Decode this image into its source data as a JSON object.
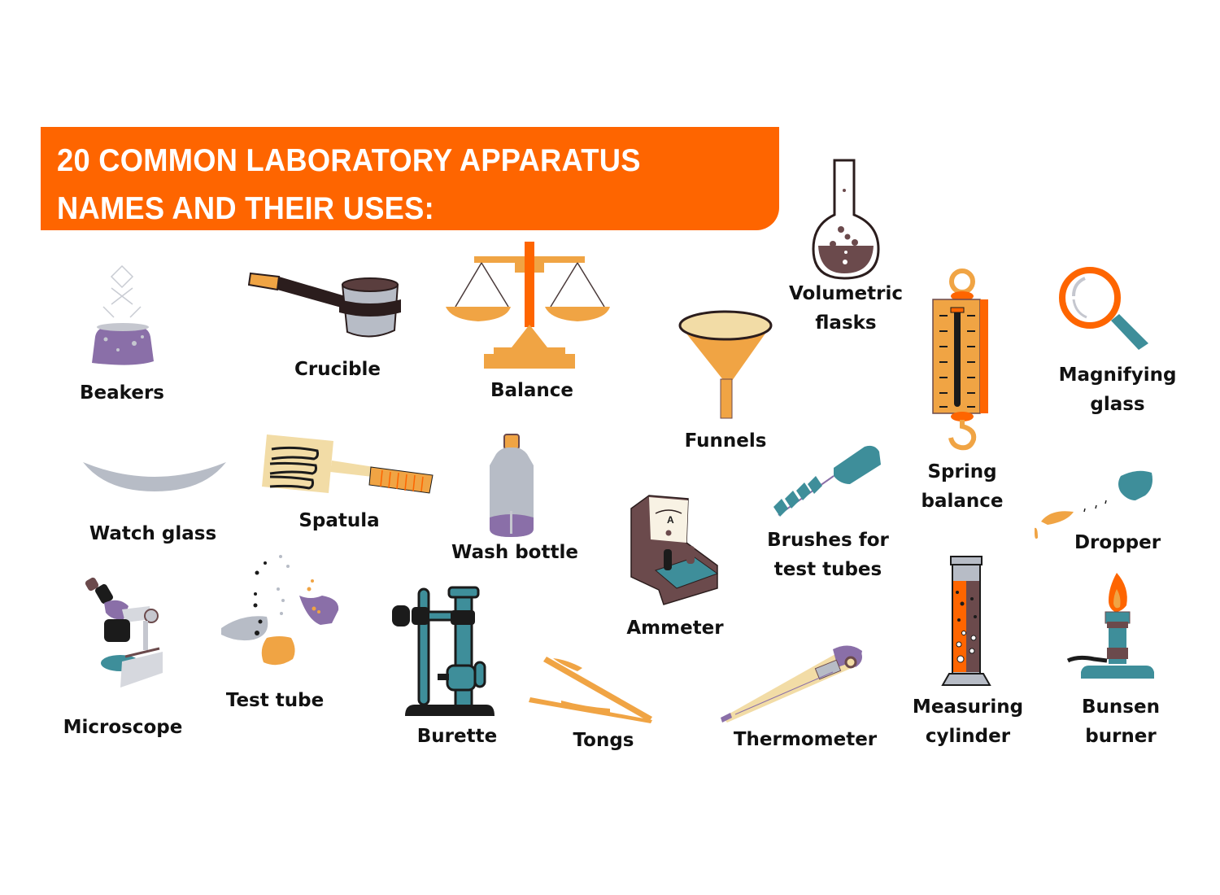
{
  "banner": {
    "line1": "20 COMMON LABORATORY APPARATUS",
    "line2": "NAMES AND THEIR USES:",
    "color": "#fe6500"
  },
  "apparatus": [
    {
      "name": "Beakers",
      "icon": "beaker-icon"
    },
    {
      "name": "Crucible",
      "icon": "crucible-icon"
    },
    {
      "name": "Balance",
      "icon": "balance-scale-icon"
    },
    {
      "name": "Funnels",
      "icon": "funnel-icon"
    },
    {
      "name": "Volumetric\nflasks",
      "icon": "volumetric-flask-icon"
    },
    {
      "name": "Spring\nbalance",
      "icon": "spring-balance-icon"
    },
    {
      "name": "Magnifying\nglass",
      "icon": "magnifying-glass-icon"
    },
    {
      "name": "Watch glass",
      "icon": "watch-glass-icon"
    },
    {
      "name": "Spatula",
      "icon": "spatula-icon"
    },
    {
      "name": "Wash bottle",
      "icon": "wash-bottle-icon"
    },
    {
      "name": "Ammeter",
      "icon": "ammeter-icon"
    },
    {
      "name": "Brushes for\ntest tubes",
      "icon": "test-tube-brush-icon"
    },
    {
      "name": "Dropper",
      "icon": "dropper-icon"
    },
    {
      "name": "Microscope",
      "icon": "microscope-icon"
    },
    {
      "name": "Test tube",
      "icon": "test-tube-icon"
    },
    {
      "name": "Burette",
      "icon": "burette-stand-icon"
    },
    {
      "name": "Tongs",
      "icon": "tongs-icon"
    },
    {
      "name": "Thermometer",
      "icon": "thermometer-icon"
    },
    {
      "name": "Measuring\ncylinder",
      "icon": "measuring-cylinder-icon"
    },
    {
      "name": "Bunsen\nburner",
      "icon": "bunsen-burner-icon"
    }
  ],
  "palette": {
    "orange": "#fe6500",
    "light_orange": "#f0a444",
    "purple": "#8a6fa8",
    "teal": "#3e8e9a",
    "gray": "#b7bcc6",
    "brown": "#6b4a4c",
    "cream": "#f2dca6"
  }
}
